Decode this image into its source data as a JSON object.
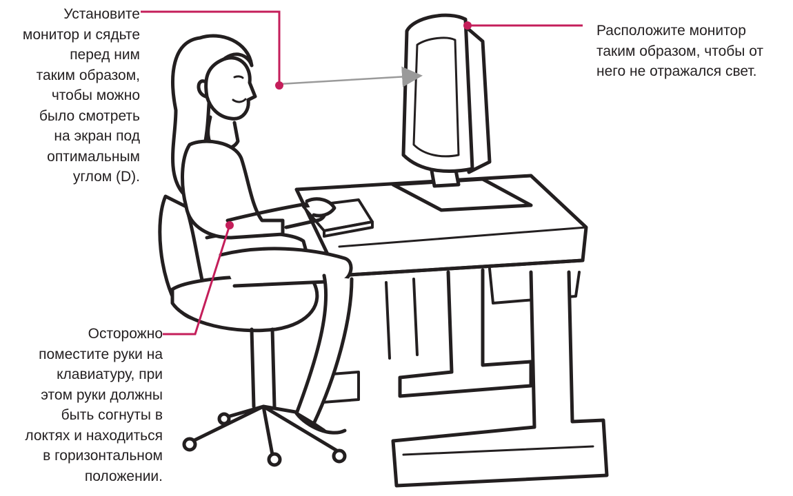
{
  "labels": {
    "monitor_position": "Установите\nмонитор и сядьте\nперед ним\nтаким образом,\nчтобы можно\nбыло смотреть\nна экран под\nоптимальным\nуглом (D).",
    "glare": "Расположите монитор\nтаким образом, чтобы от\nнего не отражался свет.",
    "hands": "Осторожно\nпоместите руки на\nклавиатуру, при\nэтом руки должны\nбыть согнуты в\nлоктях и находиться\nв горизонтальном\nположении."
  },
  "colors": {
    "callout": "#c41e5a",
    "sightline": "#9a9a9a",
    "ink": "#231f20"
  },
  "illustration": "woman-at-computer-desk"
}
